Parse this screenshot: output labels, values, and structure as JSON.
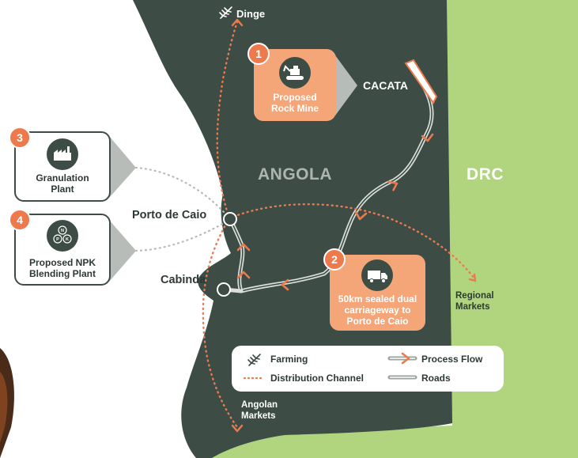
{
  "map": {
    "country_main": "ANGOLA",
    "country_east": "DRC",
    "places": {
      "dinge": "Dinge",
      "cacata": "CACATA",
      "porto_de_caio": "Porto de Caio",
      "cabinda": "Cabinda",
      "regional_markets": "Regional\nMarkets",
      "angolan_markets": "Angolan\nMarkets"
    }
  },
  "cards": {
    "rock_mine": {
      "number": "1",
      "label": "Proposed\nRock Mine",
      "icon": "excavator-icon"
    },
    "road": {
      "number": "2",
      "label": "50km sealed dual\ncarriageway to\nPorto de Caio",
      "icon": "truck-icon"
    },
    "granulation": {
      "number": "3",
      "label": "Granulation\nPlant",
      "icon": "factory-icon"
    },
    "npk": {
      "number": "4",
      "label": "Proposed NPK\nBlending Plant",
      "icon": "npk-molecule-icon",
      "icon_letters": [
        "N",
        "P",
        "K"
      ]
    }
  },
  "legend": {
    "farming": "Farming",
    "process_flow": "Process Flow",
    "distribution_channel": "Distribution Channel",
    "roads": "Roads"
  },
  "colors": {
    "land_dark": "#3d4d45",
    "land_green": "#b1d47f",
    "accent_orange": "#ec7a4d",
    "card_orange": "#f4a679",
    "road_line": "#d9dedb"
  }
}
